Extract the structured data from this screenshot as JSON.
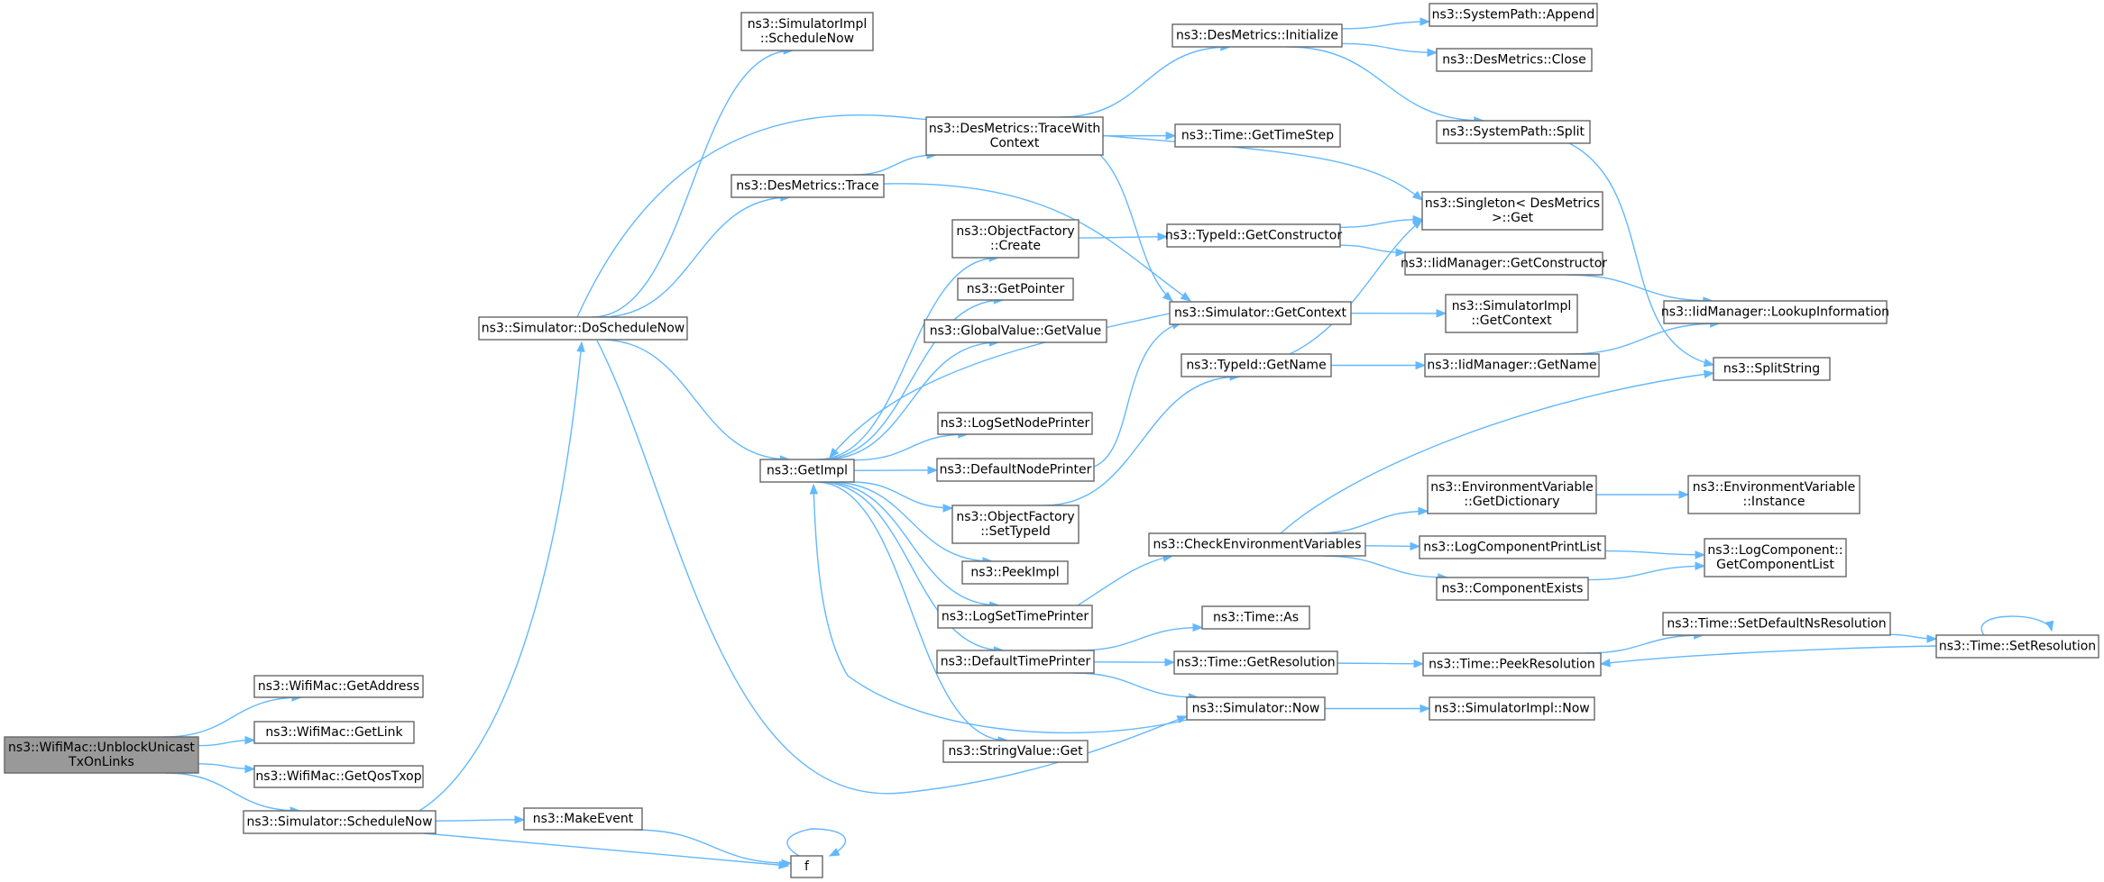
{
  "diagram": {
    "type": "call-graph",
    "colors": {
      "edge": "#63b8ff",
      "node_border": "#666666",
      "root_fill": "#999999",
      "node_fill": "#ffffff"
    },
    "nodes": [
      {
        "id": "unblock",
        "lines": [
          "ns3::WifiMac::UnblockUnicast",
          "TxOnLinks"
        ],
        "root": true
      },
      {
        "id": "getaddress",
        "lines": [
          "ns3::WifiMac::GetAddress"
        ]
      },
      {
        "id": "getlink",
        "lines": [
          "ns3::WifiMac::GetLink"
        ]
      },
      {
        "id": "getqostxop",
        "lines": [
          "ns3::WifiMac::GetQosTxop"
        ]
      },
      {
        "id": "schednow",
        "lines": [
          "ns3::Simulator::ScheduleNow"
        ]
      },
      {
        "id": "makeevent",
        "lines": [
          "ns3::MakeEvent"
        ]
      },
      {
        "id": "f",
        "lines": [
          "f"
        ]
      },
      {
        "id": "doschednow",
        "lines": [
          "ns3::Simulator::DoScheduleNow"
        ]
      },
      {
        "id": "simimplsched",
        "lines": [
          "ns3::SimulatorImpl",
          "::ScheduleNow"
        ]
      },
      {
        "id": "desmetricstrace",
        "lines": [
          "ns3::DesMetrics::Trace"
        ]
      },
      {
        "id": "getimpl",
        "lines": [
          "ns3::GetImpl"
        ]
      },
      {
        "id": "simnow",
        "lines": [
          "ns3::Simulator::Now"
        ]
      },
      {
        "id": "tracewithctx",
        "lines": [
          "ns3::DesMetrics::TraceWith",
          "Context"
        ]
      },
      {
        "id": "simgetctx",
        "lines": [
          "ns3::Simulator::GetContext"
        ]
      },
      {
        "id": "desinit",
        "lines": [
          "ns3::DesMetrics::Initialize"
        ]
      },
      {
        "id": "timestep",
        "lines": [
          "ns3::Time::GetTimeStep"
        ]
      },
      {
        "id": "singletonget",
        "lines": [
          "ns3::Singleton< DesMetrics",
          " >::Get"
        ]
      },
      {
        "id": "syspathappend",
        "lines": [
          "ns3::SystemPath::Append"
        ]
      },
      {
        "id": "desclose",
        "lines": [
          "ns3::DesMetrics::Close"
        ]
      },
      {
        "id": "syspathsplit",
        "lines": [
          "ns3::SystemPath::Split"
        ]
      },
      {
        "id": "splitstring",
        "lines": [
          "ns3::SplitString"
        ]
      },
      {
        "id": "ofcreate",
        "lines": [
          "ns3::ObjectFactory",
          "::Create"
        ]
      },
      {
        "id": "getpointer",
        "lines": [
          "ns3::GetPointer"
        ]
      },
      {
        "id": "gvgetvalue",
        "lines": [
          "ns3::GlobalValue::GetValue"
        ]
      },
      {
        "id": "logsetnode",
        "lines": [
          "ns3::LogSetNodePrinter"
        ]
      },
      {
        "id": "defnodeprinter",
        "lines": [
          "ns3::DefaultNodePrinter"
        ]
      },
      {
        "id": "ofsettypeid",
        "lines": [
          "ns3::ObjectFactory",
          "::SetTypeId"
        ]
      },
      {
        "id": "peekimpl",
        "lines": [
          "ns3::PeekImpl"
        ]
      },
      {
        "id": "logsettime",
        "lines": [
          "ns3::LogSetTimePrinter"
        ]
      },
      {
        "id": "deftimeprinter",
        "lines": [
          "ns3::DefaultTimePrinter"
        ]
      },
      {
        "id": "stringvalueget",
        "lines": [
          "ns3::StringValue::Get"
        ]
      },
      {
        "id": "typeidgetctor",
        "lines": [
          "ns3::TypeId::GetConstructor"
        ]
      },
      {
        "id": "iidgetctor",
        "lines": [
          "ns3::IidManager::GetConstructor"
        ]
      },
      {
        "id": "iidlookup",
        "lines": [
          "ns3::IidManager::LookupInformation"
        ]
      },
      {
        "id": "simimplgetctx",
        "lines": [
          "ns3::SimulatorImpl",
          "::GetContext"
        ]
      },
      {
        "id": "typeidgetname",
        "lines": [
          "ns3::TypeId::GetName"
        ]
      },
      {
        "id": "iidgetname",
        "lines": [
          "ns3::IidManager::GetName"
        ]
      },
      {
        "id": "checkenv",
        "lines": [
          "ns3::CheckEnvironmentVariables"
        ]
      },
      {
        "id": "envgetdict",
        "lines": [
          "ns3::EnvironmentVariable",
          "::GetDictionary"
        ]
      },
      {
        "id": "envinstance",
        "lines": [
          "ns3::EnvironmentVariable",
          "::Instance"
        ]
      },
      {
        "id": "logcompprint",
        "lines": [
          "ns3::LogComponentPrintList"
        ]
      },
      {
        "id": "compexists",
        "lines": [
          "ns3::ComponentExists"
        ]
      },
      {
        "id": "logcomplist",
        "lines": [
          "ns3::LogComponent::",
          "GetComponentList"
        ]
      },
      {
        "id": "timeas",
        "lines": [
          "ns3::Time::As"
        ]
      },
      {
        "id": "timegetres",
        "lines": [
          "ns3::Time::GetResolution"
        ]
      },
      {
        "id": "timepeekres",
        "lines": [
          "ns3::Time::PeekResolution"
        ]
      },
      {
        "id": "timesetdefns",
        "lines": [
          "ns3::Time::SetDefaultNsResolution"
        ]
      },
      {
        "id": "timesetres",
        "lines": [
          "ns3::Time::SetResolution"
        ]
      },
      {
        "id": "simimplnow",
        "lines": [
          "ns3::SimulatorImpl::Now"
        ]
      }
    ],
    "edges": [
      [
        "unblock",
        "getaddress"
      ],
      [
        "unblock",
        "getlink"
      ],
      [
        "unblock",
        "getqostxop"
      ],
      [
        "unblock",
        "schednow"
      ],
      [
        "schednow",
        "makeevent"
      ],
      [
        "schednow",
        "f"
      ],
      [
        "schednow",
        "doschednow"
      ],
      [
        "makeevent",
        "f"
      ],
      [
        "f",
        "f"
      ],
      [
        "doschednow",
        "simimplsched"
      ],
      [
        "doschednow",
        "desmetricstrace"
      ],
      [
        "doschednow",
        "getimpl"
      ],
      [
        "doschednow",
        "simnow"
      ],
      [
        "doschednow",
        "singletonget"
      ],
      [
        "desmetricstrace",
        "tracewithctx"
      ],
      [
        "desmetricstrace",
        "simgetctx"
      ],
      [
        "tracewithctx",
        "desinit"
      ],
      [
        "tracewithctx",
        "timestep"
      ],
      [
        "tracewithctx",
        "simgetctx"
      ],
      [
        "desinit",
        "syspathappend"
      ],
      [
        "desinit",
        "desclose"
      ],
      [
        "desinit",
        "syspathsplit"
      ],
      [
        "syspathsplit",
        "splitstring"
      ],
      [
        "getimpl",
        "ofcreate"
      ],
      [
        "getimpl",
        "getpointer"
      ],
      [
        "getimpl",
        "gvgetvalue"
      ],
      [
        "getimpl",
        "logsetnode"
      ],
      [
        "getimpl",
        "defnodeprinter"
      ],
      [
        "getimpl",
        "ofsettypeid"
      ],
      [
        "getimpl",
        "peekimpl"
      ],
      [
        "getimpl",
        "logsettime"
      ],
      [
        "getimpl",
        "deftimeprinter"
      ],
      [
        "getimpl",
        "stringvalueget"
      ],
      [
        "ofcreate",
        "typeidgetctor"
      ],
      [
        "typeidgetctor",
        "singletonget"
      ],
      [
        "typeidgetctor",
        "iidgetctor"
      ],
      [
        "iidgetctor",
        "iidlookup"
      ],
      [
        "simgetctx",
        "simimplgetctx"
      ],
      [
        "simgetctx",
        "getimpl"
      ],
      [
        "defnodeprinter",
        "simgetctx"
      ],
      [
        "ofsettypeid",
        "typeidgetname"
      ],
      [
        "typeidgetname",
        "singletonget"
      ],
      [
        "typeidgetname",
        "iidgetname"
      ],
      [
        "iidgetname",
        "iidlookup"
      ],
      [
        "logsettime",
        "checkenv"
      ],
      [
        "checkenv",
        "envgetdict"
      ],
      [
        "checkenv",
        "logcompprint"
      ],
      [
        "checkenv",
        "compexists"
      ],
      [
        "checkenv",
        "splitstring"
      ],
      [
        "envgetdict",
        "envinstance"
      ],
      [
        "logcompprint",
        "logcomplist"
      ],
      [
        "compexists",
        "logcomplist"
      ],
      [
        "deftimeprinter",
        "timeas"
      ],
      [
        "deftimeprinter",
        "timegetres"
      ],
      [
        "deftimeprinter",
        "simnow"
      ],
      [
        "timegetres",
        "timepeekres"
      ],
      [
        "timepeekres",
        "timesetdefns"
      ],
      [
        "timesetdefns",
        "timesetres"
      ],
      [
        "timesetres",
        "timepeekres"
      ],
      [
        "timesetres",
        "timesetres"
      ],
      [
        "simnow",
        "getimpl"
      ],
      [
        "simnow",
        "simimplnow"
      ]
    ]
  }
}
